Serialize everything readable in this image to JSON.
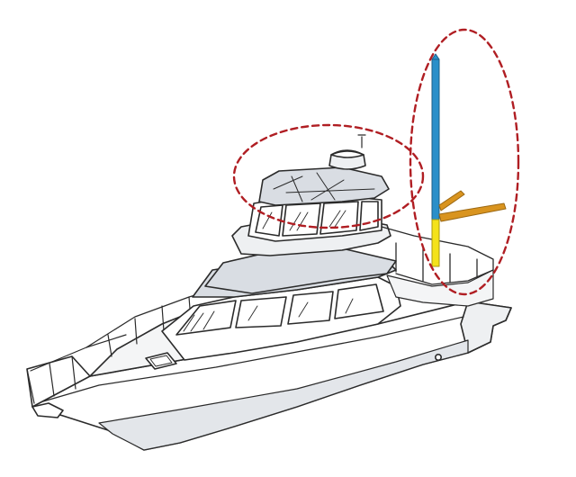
{
  "illustration": {
    "subject": "flybridge-motor-yacht",
    "colors": {
      "outline": "#2b2b2b",
      "hull_fill": "#ffffff",
      "hull_shade": "#e3e6ea",
      "cabin_shade": "#d9dde3",
      "glass": "#ffffff",
      "highlight_circle": "#b01e23",
      "mast_upper": "#2a8fc9",
      "mast_lower": "#f4e21a",
      "outriggers": "#d9941f"
    },
    "highlights": [
      {
        "name": "hardtop-area"
      },
      {
        "name": "mast-area"
      }
    ]
  }
}
